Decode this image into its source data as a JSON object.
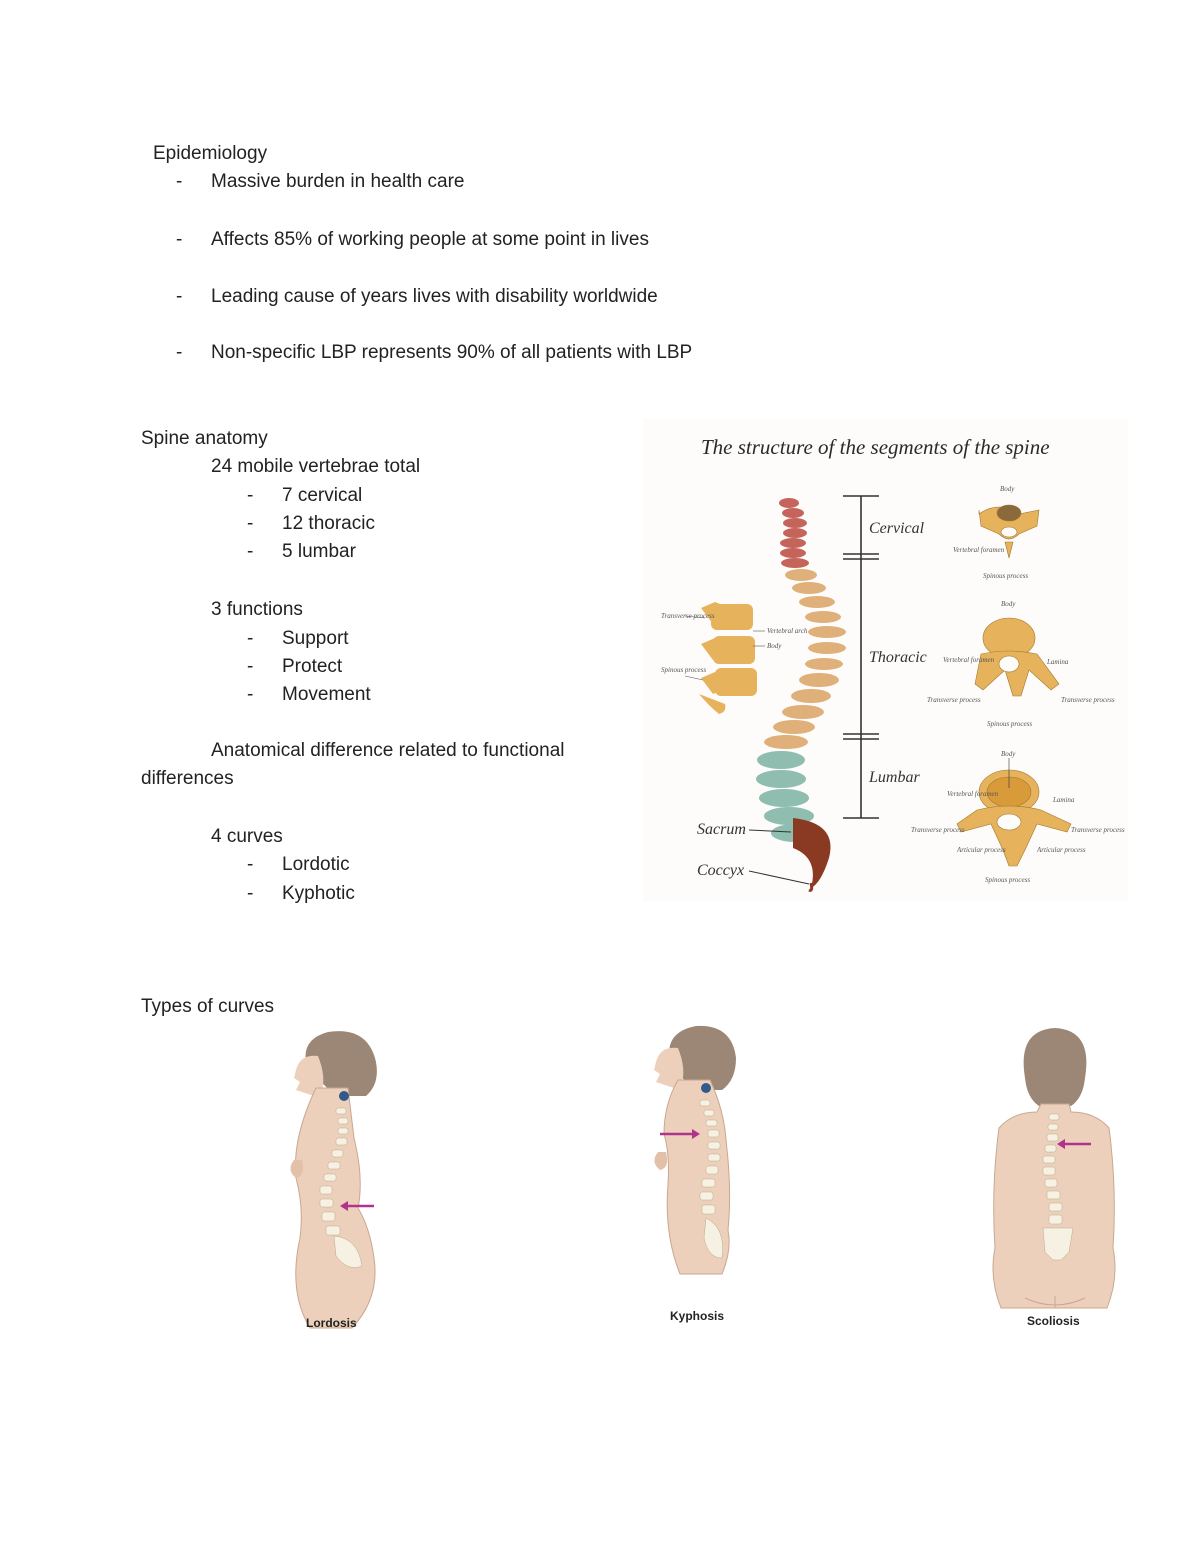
{
  "epidemiology": {
    "heading": "Epidemiology",
    "items": [
      "Massive burden in health care",
      "Affects 85% of working people at some point in lives",
      "Leading cause of years lives with disability worldwide",
      "Non-specific LBP represents 90% of all patients with LBP"
    ]
  },
  "spine_anatomy": {
    "heading": "Spine anatomy",
    "vertebrae_line": "24 mobile vertebrae total",
    "vertebrae_items": [
      "7 cervical",
      "12 thoracic",
      "5 lumbar"
    ],
    "functions_line": "3 functions",
    "function_items": [
      "Support",
      "Protect",
      "Movement"
    ],
    "difference_line_1": "Anatomical difference related to functional",
    "difference_line_2": "differences",
    "curves_line": "4 curves",
    "curve_items": [
      "Lordotic",
      "Kyphotic"
    ]
  },
  "spine_figure": {
    "title": "The structure of the segments of the spine",
    "segments": [
      "Cervical",
      "Thoracic",
      "Lumbar"
    ],
    "sacrum": "Sacrum",
    "coccyx": "Coccyx",
    "tiny_labels": {
      "body": "Body",
      "vertebral_foramen": "Vertebral foramen",
      "spinous_process": "Spinous process",
      "transverse_process": "Transverse process",
      "lamina": "Lamina",
      "articular_process": "Articular process",
      "vertebral_arch": "Vertebral arch"
    }
  },
  "types_of_curves": {
    "heading": "Types of curves",
    "captions": [
      "Lordosis",
      "Kyphosis",
      "Scoliosis"
    ]
  },
  "colors": {
    "cervical": "#c4645a",
    "thoracic": "#e0b07a",
    "lumbar": "#8fbdb0",
    "sacrum": "#8a3a22",
    "bone": "#e6b25c",
    "skin": "#ecd0bc",
    "hair": "#9c8776",
    "arrow": "#b0338c"
  }
}
